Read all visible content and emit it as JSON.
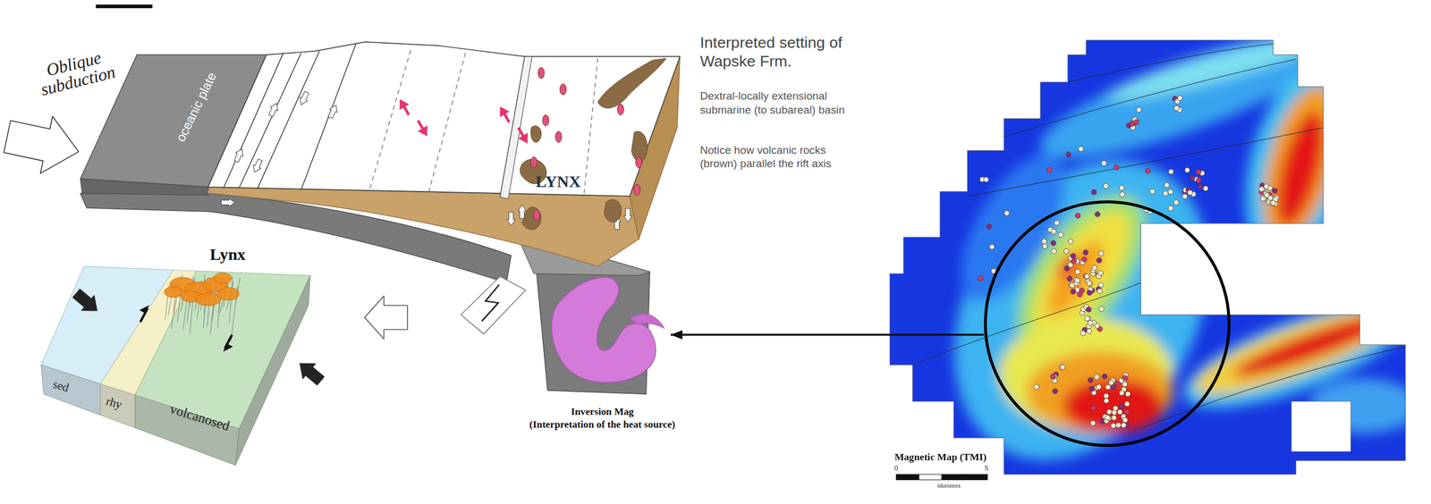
{
  "diagram": {
    "title": "Interpreted setting of Wapske Frm.",
    "nodes": [
      {
        "text": [
          "Lynx"
        ]
      },
      {
        "text": [
          "Inversion Mag",
          "(Interpretation of the heat source)"
        ]
      },
      {
        "text": [
          "Magnetic Map (TMI)"
        ]
      }
    ],
    "edges": [
      {
        "from": 2,
        "to": 1,
        "arrow": "to"
      }
    ],
    "labels": [
      "Oblique subduction",
      "oceanic plate",
      "LYNX",
      "Dextral-locally extensional submarine (to subareal) basin",
      "Notice how volcanic rocks (brown) parallel the rift axis",
      "sed",
      "rhy",
      "volcanosed",
      "0",
      "5",
      "kilomètres"
    ]
  }
}
